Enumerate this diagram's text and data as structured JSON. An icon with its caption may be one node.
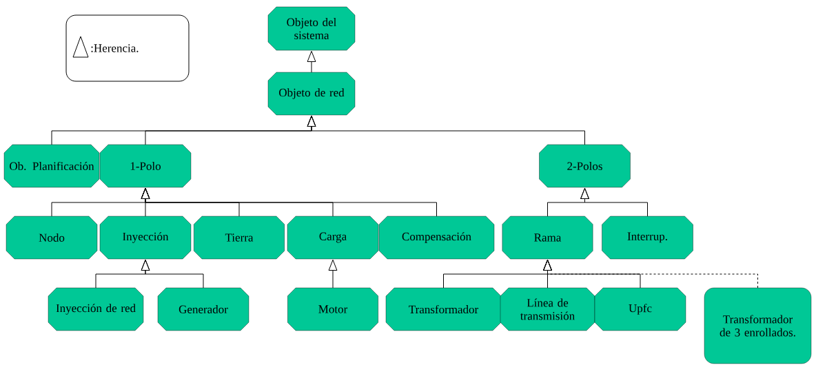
{
  "diagram": {
    "nodes": [
      {
        "text": [
          "Objeto del sistema"
        ]
      },
      {
        "text": [
          "Objeto de red"
        ]
      },
      {
        "text": [
          "Ob. Planificación"
        ]
      },
      {
        "text": [
          "1-Polo"
        ]
      },
      {
        "text": [
          "2-Polos"
        ]
      },
      {
        "text": [
          "Nodo"
        ]
      },
      {
        "text": [
          "Inyección"
        ]
      },
      {
        "text": [
          "Tierra"
        ]
      },
      {
        "text": [
          "Carga"
        ]
      },
      {
        "text": [
          "Compensación"
        ]
      },
      {
        "text": [
          "Rama"
        ]
      },
      {
        "text": [
          "Interrup."
        ]
      },
      {
        "text": [
          "Inyección de red"
        ]
      },
      {
        "text": [
          "Generador"
        ]
      },
      {
        "text": [
          "Motor"
        ]
      },
      {
        "text": [
          "Transformador"
        ]
      },
      {
        "text": [
          "Línea de transmisión"
        ]
      },
      {
        "text": [
          "Upfc"
        ]
      },
      {
        "text": [
          "Transformador de 3 enrollados."
        ]
      }
    ],
    "edges": [
      {
        "from": 1,
        "to": 0,
        "arrow": "to"
      },
      {
        "from": 2,
        "to": 1,
        "arrow": "to"
      },
      {
        "from": 3,
        "to": 1,
        "arrow": "to"
      },
      {
        "from": 4,
        "to": 1,
        "arrow": "to"
      },
      {
        "from": 5,
        "to": 3,
        "arrow": "to"
      },
      {
        "from": 6,
        "to": 3,
        "arrow": "to"
      },
      {
        "from": 7,
        "to": 3,
        "arrow": "to"
      },
      {
        "from": 8,
        "to": 3,
        "arrow": "to"
      },
      {
        "from": 9,
        "to": 3,
        "arrow": "to"
      },
      {
        "from": 10,
        "to": 4,
        "arrow": "to"
      },
      {
        "from": 11,
        "to": 4,
        "arrow": "to"
      },
      {
        "from": 12,
        "to": 6,
        "arrow": "to"
      },
      {
        "from": 13,
        "to": 6,
        "arrow": "to"
      },
      {
        "from": 14,
        "to": 8,
        "arrow": "to"
      },
      {
        "from": 18,
        "to": 10,
        "arrow": "to",
        "style": "dashed"
      },
      {
        "from": 15,
        "to": 10,
        "arrow": "to"
      },
      {
        "from": 16,
        "to": 10,
        "arrow": "to"
      },
      {
        "from": 17,
        "to": 10,
        "arrow": "to"
      }
    ],
    "legend": [
      {
        "text": ":Herencia."
      }
    ]
  }
}
